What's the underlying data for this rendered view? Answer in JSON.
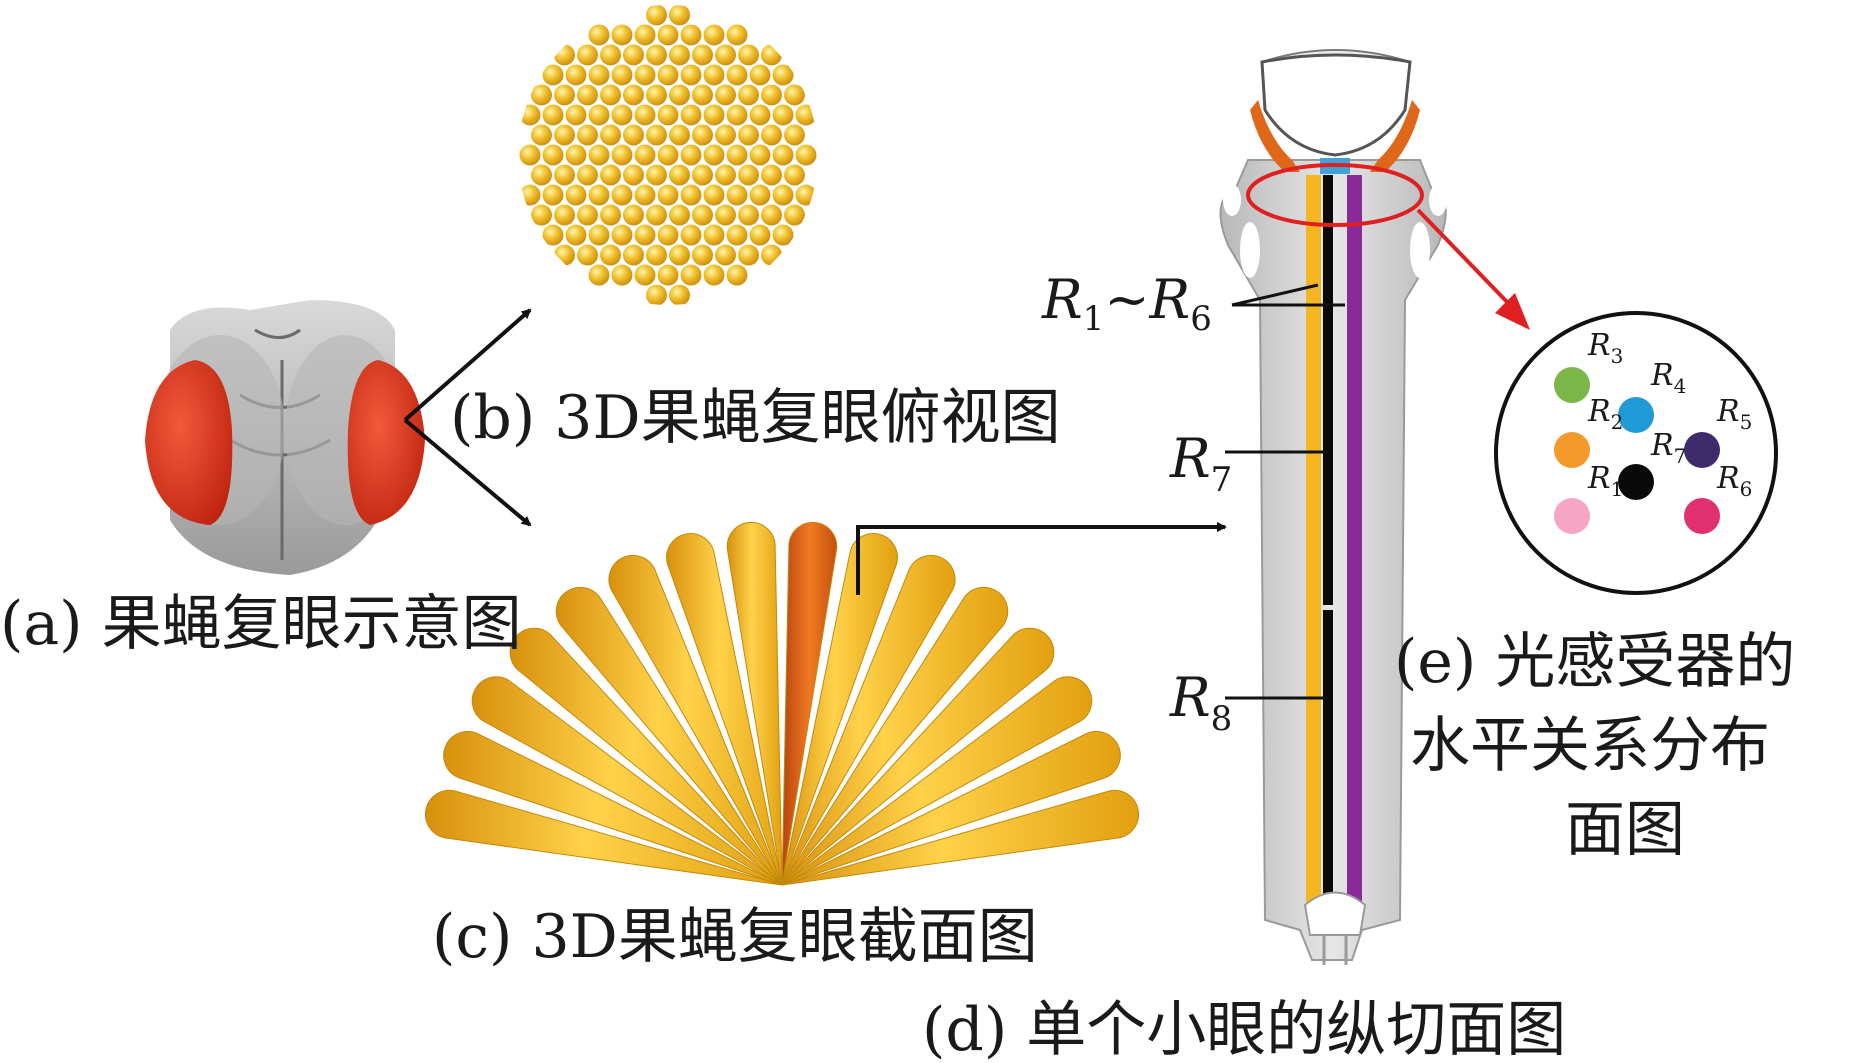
{
  "captions": {
    "a": "(a) 果蝇复眼示意图",
    "b": "(b) 3D果蝇复眼俯视图",
    "c": "(c) 3D果蝇复眼截面图",
    "d": "(d) 单个小眼的纵切面图",
    "e_line1": "(e) 光感受器的",
    "e_line2": "水平关系分布",
    "e_line3": "面图"
  },
  "rhabdomere_labels": {
    "r1_r6": {
      "main": "R",
      "sub1": "1",
      "tilde": "~R",
      "sub2": "6"
    },
    "r7": {
      "main": "R",
      "sub": "7"
    },
    "r8": {
      "main": "R",
      "sub": "8"
    }
  },
  "photoreceptors": [
    {
      "main": "R",
      "sub": "3",
      "color": "#7ab648"
    },
    {
      "main": "R",
      "sub": "4",
      "color": "#1f9ad6"
    },
    {
      "main": "R",
      "sub": "2",
      "color": "#f39a2b"
    },
    {
      "main": "R",
      "sub": "5",
      "color": "#3d2b6b"
    },
    {
      "main": "R",
      "sub": "7",
      "color": "#0a0a0a"
    },
    {
      "main": "R",
      "sub": "1",
      "color": "#f4a6c4"
    },
    {
      "main": "R",
      "sub": "6",
      "color": "#e0306f"
    }
  ],
  "colors": {
    "eye_red": "#e33a1c",
    "lens_yellow": "#f2b81c",
    "cone_orange": "#e0661a",
    "highlight_red": "#e02020",
    "ommatidium_gray": "#c9c9c9",
    "rhabdomere_yellow": "#f5b623",
    "rhabdomere_purple": "#8a2a9a"
  }
}
